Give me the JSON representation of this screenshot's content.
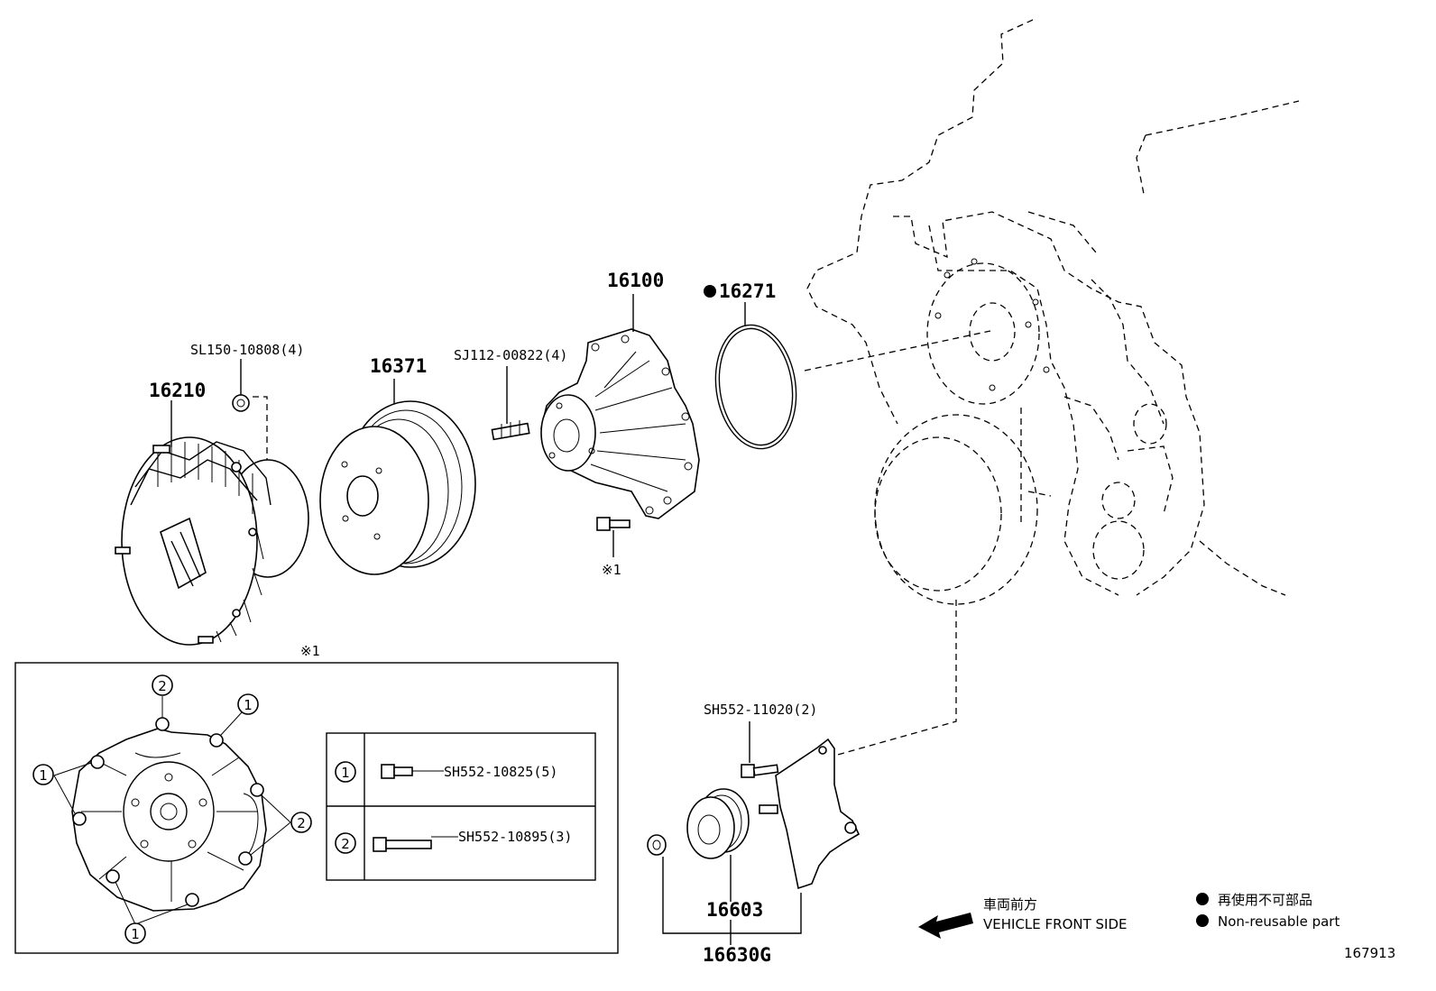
{
  "labels": {
    "fan_clutch": "16210",
    "fan_bolt": "SL150-10808(4)",
    "pulley": "16371",
    "stud": "SJ112-00822(4)",
    "water_pump": "16100",
    "gasket": "16271",
    "pump_bolt_ref": "※1",
    "inset_ref": "※1",
    "bracket_bolt": "SH552-11020(2)",
    "idler": "16603",
    "idler_assy": "16630G",
    "diagram_no": "167913"
  },
  "inset": {
    "callouts": {
      "one": "1",
      "two": "2"
    },
    "table": [
      {
        "key": "1",
        "part": "SH552-10825(5)"
      },
      {
        "key": "2",
        "part": "SH552-10895(3)"
      }
    ]
  },
  "legend": {
    "front_jp": "車両前方",
    "front_en": "VEHICLE FRONT SIDE",
    "nonreuse_jp": "再使用不可部品",
    "nonreuse_en": "Non-reusable part"
  }
}
